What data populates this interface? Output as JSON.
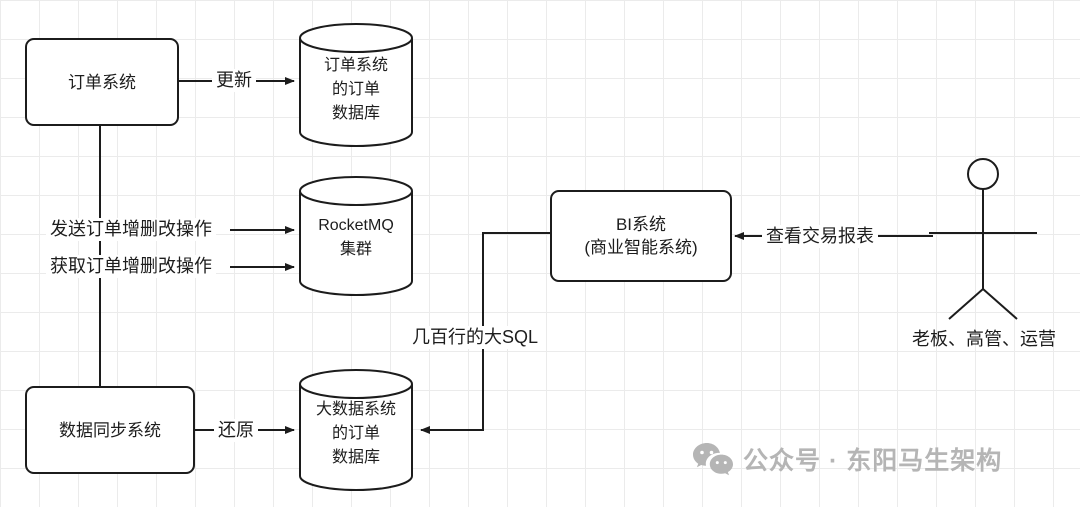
{
  "diagram": {
    "nodes": {
      "order_system": {
        "label": "订单系统"
      },
      "order_db": {
        "lines": [
          "订单系统",
          "的订单",
          "数据库"
        ]
      },
      "rocketmq": {
        "lines": [
          "RocketMQ",
          "集群"
        ]
      },
      "sync_system": {
        "label": "数据同步系统"
      },
      "bigdata_db": {
        "lines": [
          "大数据系统",
          "的订单",
          "数据库"
        ]
      },
      "bi_system": {
        "lines": [
          "BI系统",
          "(商业智能系统)"
        ]
      },
      "actor": {
        "label": "老板、高管、运营"
      }
    },
    "edges": {
      "update": {
        "label": "更新"
      },
      "send_ops": {
        "label": "发送订单增删改操作"
      },
      "fetch_ops": {
        "label": "获取订单增删改操作"
      },
      "restore": {
        "label": "还原"
      },
      "big_sql": {
        "label": "几百行的大SQL"
      },
      "view_report": {
        "label": "查看交易报表"
      }
    }
  },
  "watermark": {
    "text": "公众号 · 东阳马生架构"
  },
  "colors": {
    "line": "#1c1c1c",
    "grid": "#ebebeb",
    "watermark": "#b5b5b5"
  }
}
